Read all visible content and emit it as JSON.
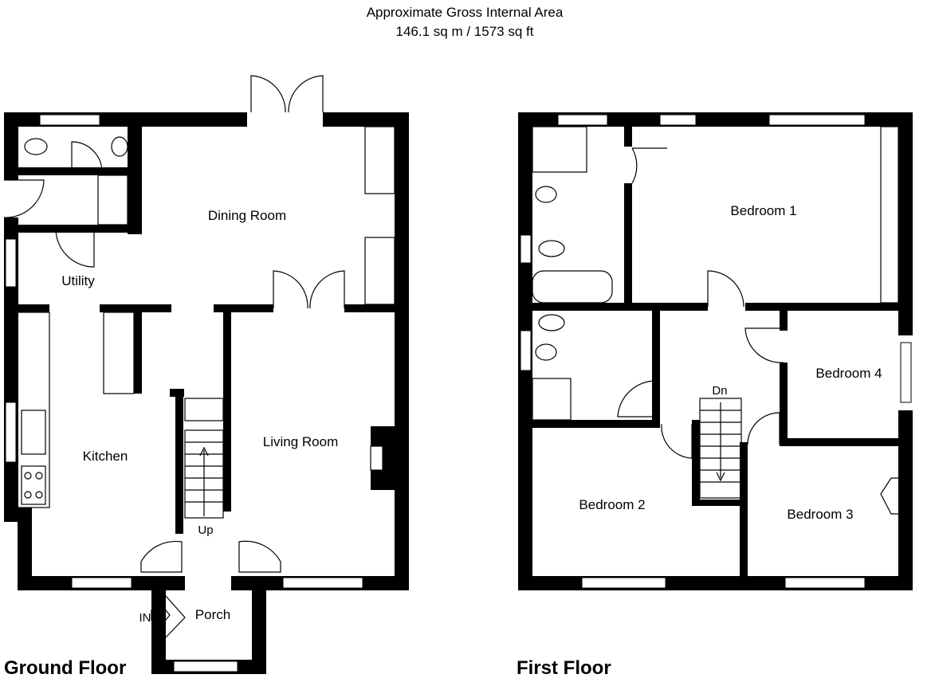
{
  "header": {
    "title": "Approximate Gross Internal Area",
    "area": "146.1 sq m / 1573 sq ft"
  },
  "ground_floor": {
    "title": "Ground Floor",
    "rooms": {
      "dining_room": "Dining Room",
      "utility": "Utility",
      "kitchen": "Kitchen",
      "living_room": "Living Room",
      "porch": "Porch"
    },
    "stairs_label": "Up",
    "entrance_label": "IN"
  },
  "first_floor": {
    "title": "First Floor",
    "rooms": {
      "bedroom_1": "Bedroom 1",
      "bedroom_2": "Bedroom 2",
      "bedroom_3": "Bedroom 3",
      "bedroom_4": "Bedroom 4"
    },
    "stairs_label": "Dn"
  }
}
